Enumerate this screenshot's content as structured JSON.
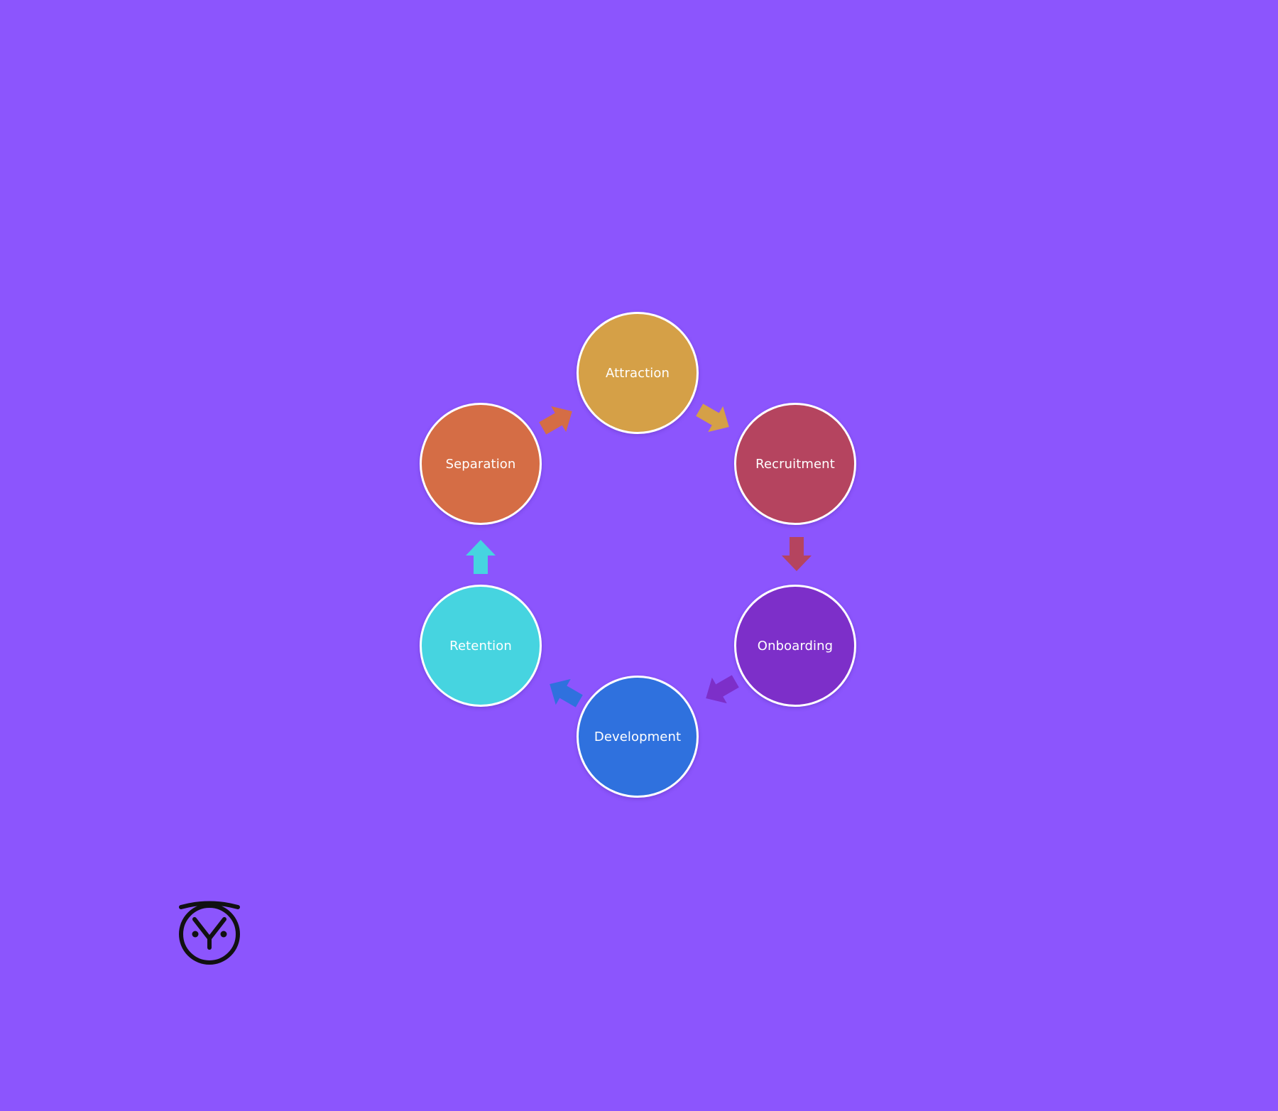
{
  "diagram": {
    "stages": [
      {
        "label": "Attraction",
        "color": "#d5a047"
      },
      {
        "label": "Recruitment",
        "color": "#b5445f"
      },
      {
        "label": "Onboarding",
        "color": "#7d2fc9"
      },
      {
        "label": "Development",
        "color": "#2f71de"
      },
      {
        "label": "Retention",
        "color": "#46d4e0"
      },
      {
        "label": "Separation",
        "color": "#d56d45"
      }
    ],
    "arrows": [
      {
        "from": "Attraction",
        "to": "Recruitment",
        "color": "#d5a047"
      },
      {
        "from": "Recruitment",
        "to": "Onboarding",
        "color": "#b5445f"
      },
      {
        "from": "Onboarding",
        "to": "Development",
        "color": "#7d2fc9"
      },
      {
        "from": "Development",
        "to": "Retention",
        "color": "#2f71de"
      },
      {
        "from": "Retention",
        "to": "Separation",
        "color": "#46d4e0"
      },
      {
        "from": "Separation",
        "to": "Attraction",
        "color": "#d56d45"
      }
    ]
  },
  "logo": {
    "icon": "owl-icon",
    "color": "#111111"
  }
}
